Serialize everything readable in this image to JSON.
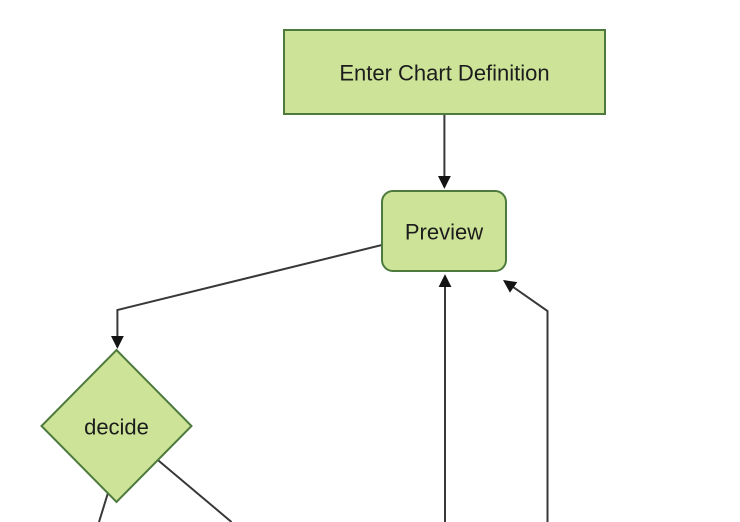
{
  "diagram": {
    "type": "flowchart",
    "direction": "top-down",
    "nodes": [
      {
        "id": "enter-chart-definition",
        "label": "Enter Chart Definition",
        "shape": "rectangle"
      },
      {
        "id": "preview",
        "label": "Preview",
        "shape": "rounded-rectangle"
      },
      {
        "id": "decide",
        "label": "decide",
        "shape": "diamond"
      }
    ],
    "edges": [
      {
        "from": "enter-chart-definition",
        "to": "preview",
        "arrowhead": true
      },
      {
        "from": "preview",
        "to": "decide",
        "arrowhead": true
      },
      {
        "from": "offscreen-bottom",
        "to": "preview",
        "entry": "bottom-center",
        "arrowhead": true
      },
      {
        "from": "offscreen-bottom",
        "to": "preview",
        "entry": "bottom-right",
        "arrowhead": true
      },
      {
        "from": "decide",
        "to": "offscreen-bottom-left",
        "arrowhead": false
      },
      {
        "from": "decide",
        "to": "offscreen-bottom-right",
        "arrowhead": false
      }
    ]
  },
  "colors": {
    "background": "#ffffff",
    "node_fill": "#cde498",
    "node_border": "#4e7a3d",
    "edge_line": "#383838",
    "arrowhead": "#141414",
    "label_text": "#1c1c1c"
  }
}
